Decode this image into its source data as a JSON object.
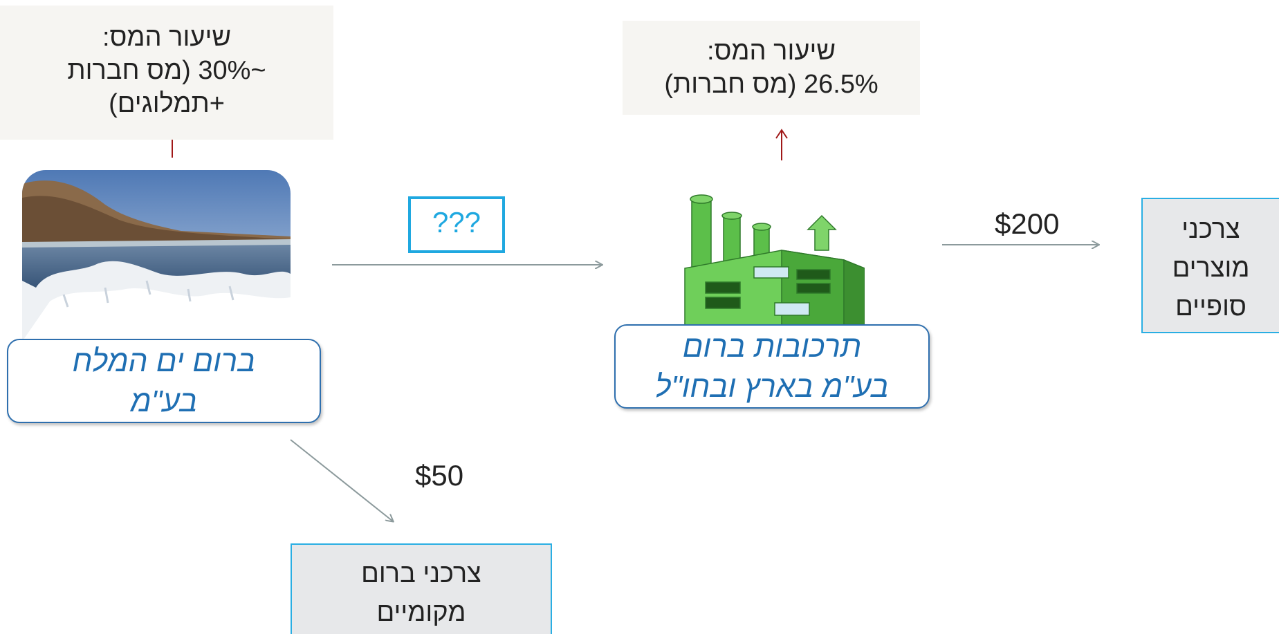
{
  "left_tax": {
    "lines": [
      "שיעור המס:",
      "~30% (מס חברות",
      "+תמלוגים)"
    ]
  },
  "right_tax": {
    "lines": [
      "שיעור המס:",
      "26.5% (מס חברות)"
    ]
  },
  "left_entity": {
    "lines": [
      "ברום ים המלח",
      "בע\"מ"
    ]
  },
  "right_entity": {
    "lines": [
      "תרכובות ברום",
      "בע\"מ בארץ ובחו\"ל"
    ]
  },
  "transfer_price": "???",
  "final_price": "$200",
  "local_price": "$50",
  "final_consumers": {
    "lines": [
      "צרכני",
      "מוצרים",
      "סופיים"
    ]
  },
  "local_consumers": {
    "lines": [
      "צרכני ברום",
      "מקומיים"
    ]
  },
  "colors": {
    "accent_blue": "#1fa8e0",
    "entity_text": "#1f6fb3",
    "tax_arrow": "#a01818",
    "flow_arrow": "#8c9a9c"
  }
}
